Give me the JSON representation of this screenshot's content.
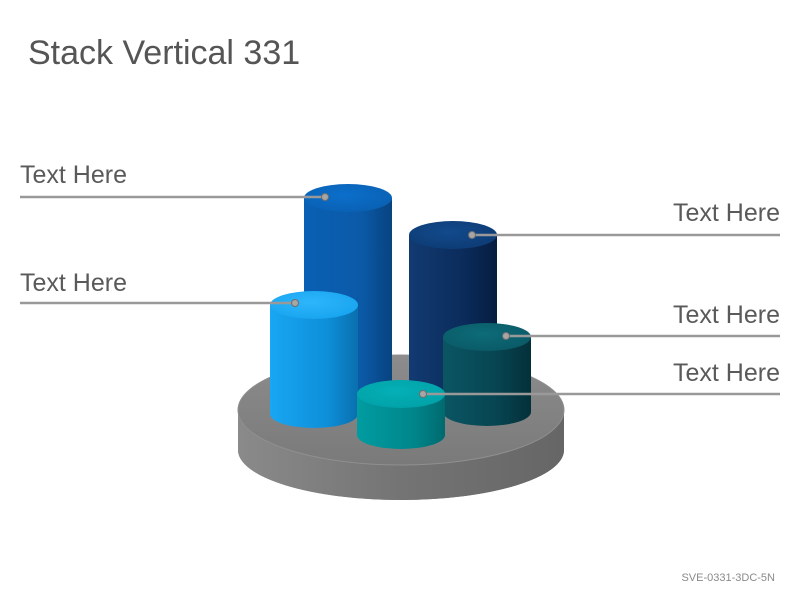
{
  "title": "Stack Vertical 331",
  "labels": {
    "left_top": "Text Here",
    "left_middle": "Text Here",
    "right_top": "Text Here",
    "right_middle": "Text Here",
    "right_bottom": "Text Here"
  },
  "footer": "SVE-0331-3DC-5N",
  "colors": {
    "platform": "#7f7f7f",
    "cylinder_blue": "#0a63b8",
    "cylinder_navy": "#0d3b78",
    "cylinder_light_blue": "#17a4ef",
    "cylinder_teal": "#00a0a6",
    "cylinder_dark_teal": "#0b5865",
    "connector_line": "#999999"
  }
}
